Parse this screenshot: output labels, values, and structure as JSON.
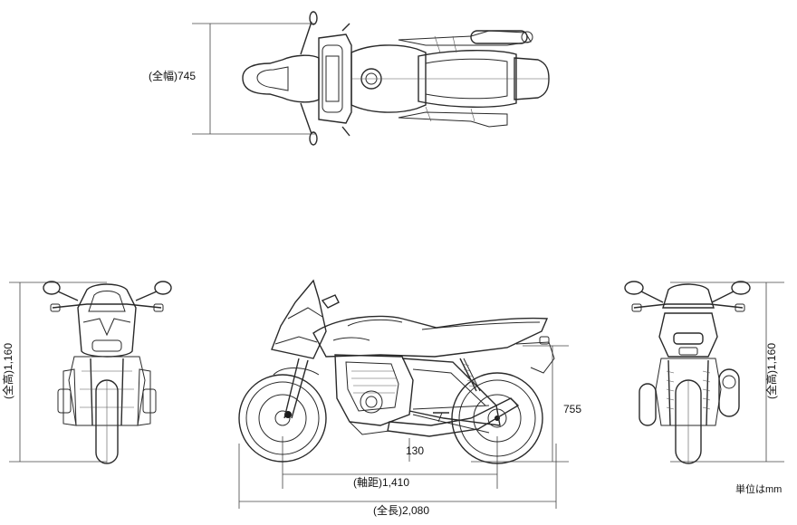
{
  "dimensions": {
    "width": "(全幅)745",
    "height_front": "(全高)1,160",
    "height_rear": "(全高)1,160",
    "seat_height": "755",
    "ground_clearance": "130",
    "wheelbase": "(軸距)1,410",
    "length": "(全長)2,080"
  },
  "unit_note": "単位はmm"
}
